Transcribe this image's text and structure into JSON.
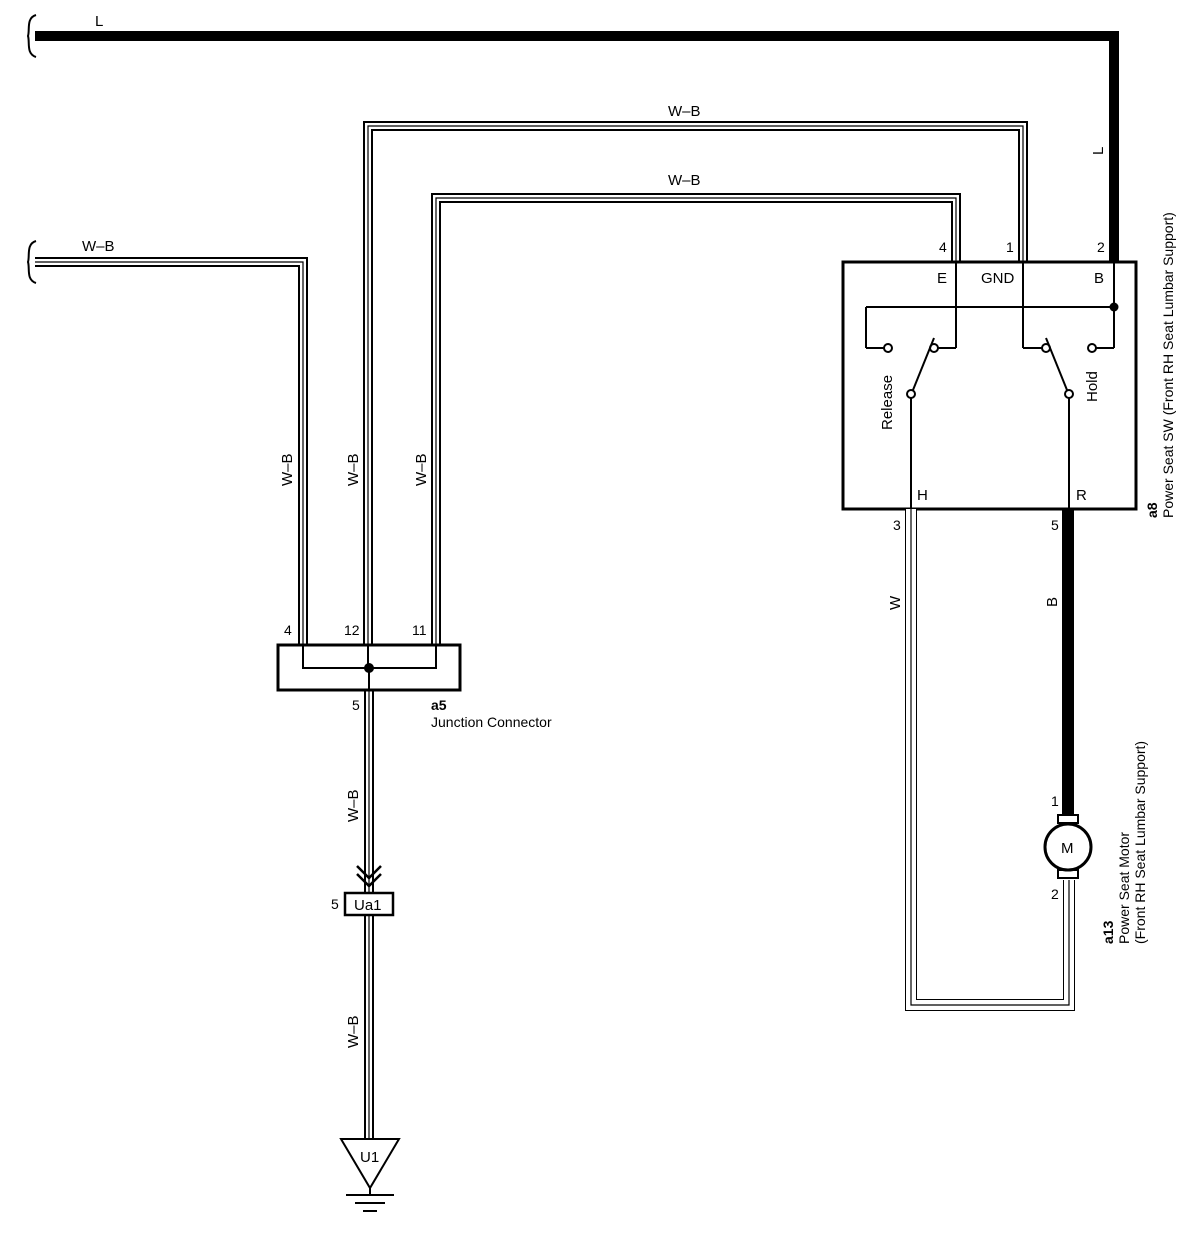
{
  "wires": {
    "top_L": "L",
    "right_L": "L",
    "wb_top_outer": "W–B",
    "wb_top_inner": "W–B",
    "wb_left_feed": "W–B",
    "wb_vert_4": "W–B",
    "wb_vert_12": "W–B",
    "wb_vert_11": "W–B",
    "wb_to_ua1": "W–B",
    "wb_to_u1": "W–B",
    "w_h": "W",
    "b_r": "B"
  },
  "switch": {
    "code": "a8",
    "name": "Power Seat SW (Front RH Seat Lumbar Support)",
    "pins": {
      "e": "4",
      "gnd": "1",
      "b": "2",
      "h": "3",
      "r": "5"
    },
    "terminals": {
      "e": "E",
      "gnd": "GND",
      "b": "B",
      "h": "H",
      "r": "R"
    },
    "positions": {
      "release": "Release",
      "hold": "Hold"
    }
  },
  "junction": {
    "code": "a5",
    "name": "Junction Connector",
    "pins": {
      "p4": "4",
      "p12": "12",
      "p11": "11",
      "p5": "5"
    }
  },
  "motor": {
    "code": "a13",
    "name_line1": "Power Seat Motor",
    "name_line2": "(Front RH Seat Lumbar Support)",
    "symbol": "M",
    "pins": {
      "p1": "1",
      "p2": "2"
    }
  },
  "connector_ua1": {
    "label": "Ua1",
    "pin": "5"
  },
  "ground_u1": {
    "label": "U1"
  }
}
